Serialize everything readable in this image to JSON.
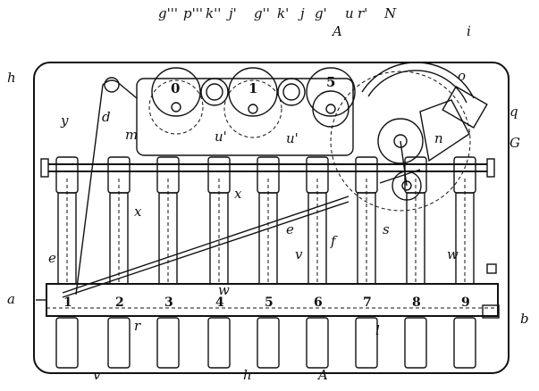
{
  "figure": {
    "key_numbers": [
      "1",
      "2",
      "3",
      "4",
      "5",
      "6",
      "7",
      "8",
      "9"
    ],
    "dial_digits": [
      "0",
      "1",
      "5"
    ],
    "labels": {
      "g3": "g'''",
      "p3": "p'''",
      "k2": "k''",
      "j1": "j'",
      "g2": "g''",
      "k1": "k'",
      "j": "j",
      "g1": "g'",
      "A_top": "A",
      "u": "u",
      "r1": "r'",
      "N": "N",
      "i": "i",
      "o": "o",
      "h_tl": "h",
      "y": "y",
      "d": "d",
      "m": "m",
      "u1": "u'",
      "u2": "u'",
      "n": "n",
      "q": "q",
      "G": "G",
      "x1": "x",
      "x2": "x",
      "e": "e",
      "v": "v",
      "f": "f",
      "s": "s",
      "w": "w",
      "e1": "e'",
      "a": "a",
      "b": "b",
      "r_bot": "r",
      "l": "l",
      "v_bot": "v",
      "h_bot": "h",
      "A_bot": "A",
      "w2": "w"
    }
  }
}
